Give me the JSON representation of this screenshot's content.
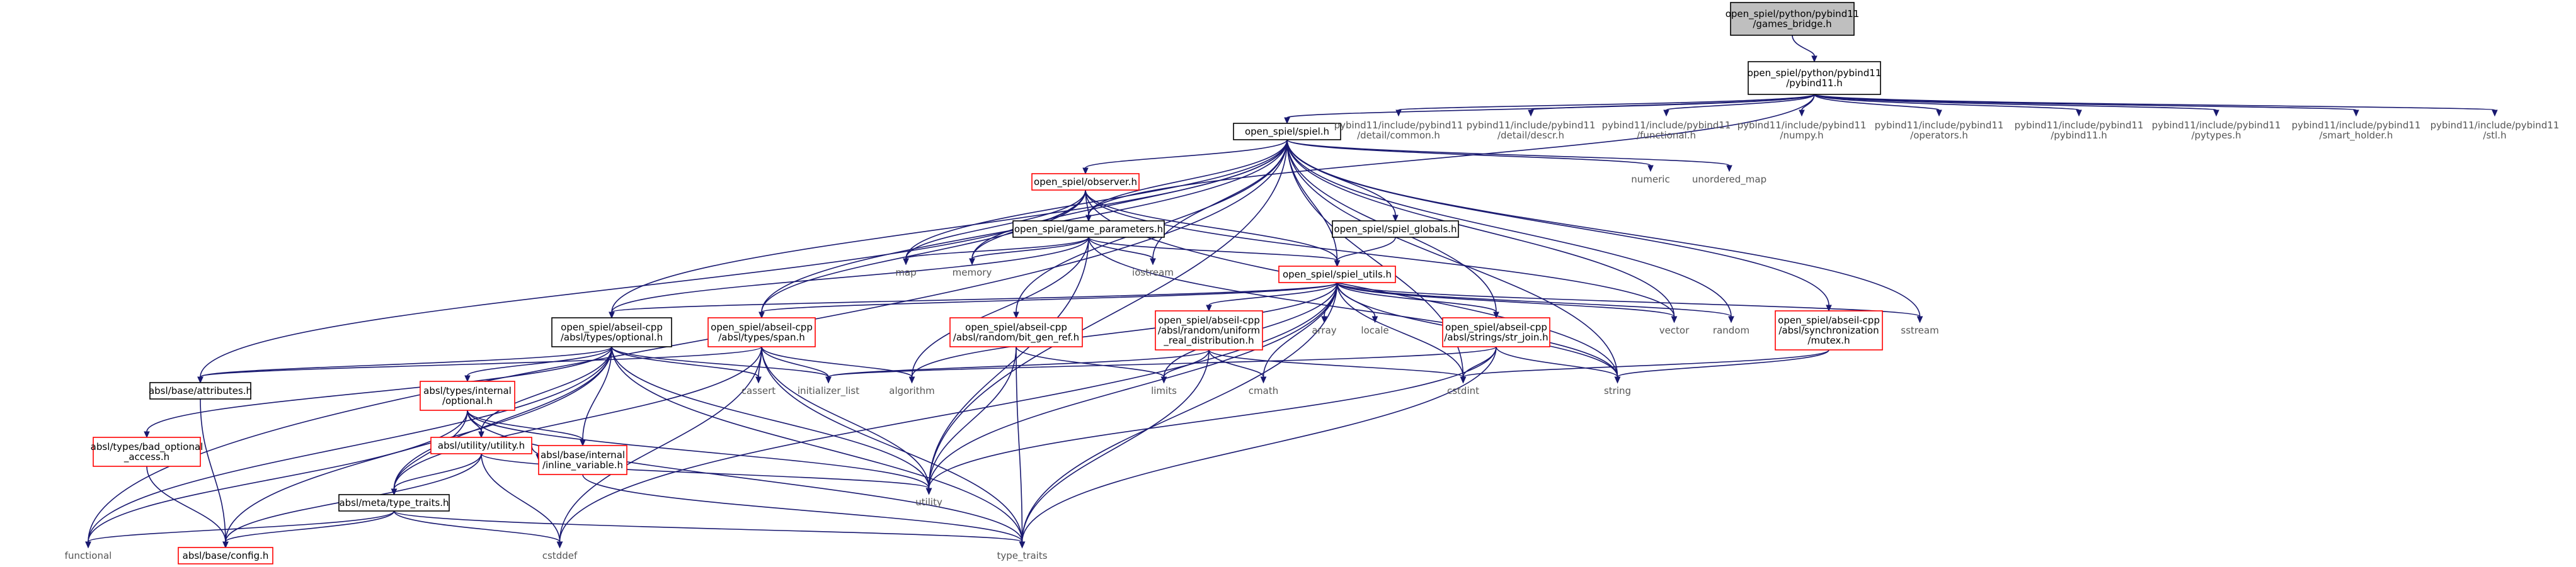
{
  "nodes": [
    {
      "id": "games_bridge",
      "lines": [
        "open_spiel/python/pybind11",
        "/games_bridge.h"
      ],
      "style": "current"
    },
    {
      "id": "pybind11_h",
      "lines": [
        "open_spiel/python/pybind11",
        "/pybind11.h"
      ],
      "style": "black"
    },
    {
      "id": "spiel_h",
      "lines": [
        "open_spiel/spiel.h"
      ],
      "style": "black"
    },
    {
      "id": "pb_common",
      "lines": [
        "pybind11/include/pybind11",
        "/detail/common.h"
      ],
      "style": "plain"
    },
    {
      "id": "pb_descr",
      "lines": [
        "pybind11/include/pybind11",
        "/detail/descr.h"
      ],
      "style": "plain"
    },
    {
      "id": "pb_functional",
      "lines": [
        "pybind11/include/pybind11",
        "/functional.h"
      ],
      "style": "plain"
    },
    {
      "id": "pb_numpy",
      "lines": [
        "pybind11/include/pybind11",
        "/numpy.h"
      ],
      "style": "plain"
    },
    {
      "id": "pb_operators",
      "lines": [
        "pybind11/include/pybind11",
        "/operators.h"
      ],
      "style": "plain"
    },
    {
      "id": "pb_pybind11",
      "lines": [
        "pybind11/include/pybind11",
        "/pybind11.h"
      ],
      "style": "plain"
    },
    {
      "id": "pb_pytypes",
      "lines": [
        "pybind11/include/pybind11",
        "/pytypes.h"
      ],
      "style": "plain"
    },
    {
      "id": "pb_smart",
      "lines": [
        "pybind11/include/pybind11",
        "/smart_holder.h"
      ],
      "style": "plain"
    },
    {
      "id": "pb_stl",
      "lines": [
        "pybind11/include/pybind11",
        "/stl.h"
      ],
      "style": "plain"
    },
    {
      "id": "observer_h",
      "lines": [
        "open_spiel/observer.h"
      ],
      "style": "red"
    },
    {
      "id": "numeric",
      "lines": [
        "numeric"
      ],
      "style": "plain"
    },
    {
      "id": "unordered_map",
      "lines": [
        "unordered_map"
      ],
      "style": "plain"
    },
    {
      "id": "game_parameters",
      "lines": [
        "open_spiel/game_parameters.h"
      ],
      "style": "black"
    },
    {
      "id": "spiel_globals",
      "lines": [
        "open_spiel/spiel_globals.h"
      ],
      "style": "black"
    },
    {
      "id": "map",
      "lines": [
        "map"
      ],
      "style": "plain"
    },
    {
      "id": "memory",
      "lines": [
        "memory"
      ],
      "style": "plain"
    },
    {
      "id": "iostream",
      "lines": [
        "iostream"
      ],
      "style": "plain"
    },
    {
      "id": "spiel_utils",
      "lines": [
        "open_spiel/spiel_utils.h"
      ],
      "style": "red"
    },
    {
      "id": "optional_h",
      "lines": [
        "open_spiel/abseil-cpp",
        "/absl/types/optional.h"
      ],
      "style": "black"
    },
    {
      "id": "span_h",
      "lines": [
        "open_spiel/abseil-cpp",
        "/absl/types/span.h"
      ],
      "style": "red"
    },
    {
      "id": "bit_gen_ref",
      "lines": [
        "open_spiel/abseil-cpp",
        "/absl/random/bit_gen_ref.h"
      ],
      "style": "red"
    },
    {
      "id": "uniform_real",
      "lines": [
        "open_spiel/abseil-cpp",
        "/absl/random/uniform",
        "_real_distribution.h"
      ],
      "style": "red"
    },
    {
      "id": "array",
      "lines": [
        "array"
      ],
      "style": "plain"
    },
    {
      "id": "locale",
      "lines": [
        "locale"
      ],
      "style": "plain"
    },
    {
      "id": "str_join",
      "lines": [
        "open_spiel/abseil-cpp",
        "/absl/strings/str_join.h"
      ],
      "style": "red"
    },
    {
      "id": "vector",
      "lines": [
        "vector"
      ],
      "style": "plain"
    },
    {
      "id": "random",
      "lines": [
        "random"
      ],
      "style": "plain"
    },
    {
      "id": "mutex_h",
      "lines": [
        "open_spiel/abseil-cpp",
        "/absl/synchronization",
        "/mutex.h"
      ],
      "style": "red"
    },
    {
      "id": "sstream",
      "lines": [
        "sstream"
      ],
      "style": "plain"
    },
    {
      "id": "attributes_h",
      "lines": [
        "absl/base/attributes.h"
      ],
      "style": "black"
    },
    {
      "id": "cassert",
      "lines": [
        "cassert"
      ],
      "style": "plain"
    },
    {
      "id": "initializer_list",
      "lines": [
        "initializer_list"
      ],
      "style": "plain"
    },
    {
      "id": "algorithm",
      "lines": [
        "algorithm"
      ],
      "style": "plain"
    },
    {
      "id": "limits",
      "lines": [
        "limits"
      ],
      "style": "plain"
    },
    {
      "id": "cmath",
      "lines": [
        "cmath"
      ],
      "style": "plain"
    },
    {
      "id": "cstdint",
      "lines": [
        "cstdint"
      ],
      "style": "plain"
    },
    {
      "id": "string",
      "lines": [
        "string"
      ],
      "style": "plain"
    },
    {
      "id": "internal_optional",
      "lines": [
        "absl/types/internal",
        "/optional.h"
      ],
      "style": "red"
    },
    {
      "id": "bad_optional",
      "lines": [
        "absl/types/bad_optional",
        "_access.h"
      ],
      "style": "red"
    },
    {
      "id": "utility_h",
      "lines": [
        "absl/utility/utility.h"
      ],
      "style": "red"
    },
    {
      "id": "inline_variable",
      "lines": [
        "absl/base/internal",
        "/inline_variable.h"
      ],
      "style": "red"
    },
    {
      "id": "utility",
      "lines": [
        "utility"
      ],
      "style": "plain"
    },
    {
      "id": "type_traits_h",
      "lines": [
        "absl/meta/type_traits.h"
      ],
      "style": "black"
    },
    {
      "id": "functional",
      "lines": [
        "functional"
      ],
      "style": "plain"
    },
    {
      "id": "config_h",
      "lines": [
        "absl/base/config.h"
      ],
      "style": "red"
    },
    {
      "id": "cstddef",
      "lines": [
        "cstddef"
      ],
      "style": "plain"
    },
    {
      "id": "type_traits",
      "lines": [
        "type_traits"
      ],
      "style": "plain"
    }
  ],
  "edges": [
    [
      "games_bridge",
      "pybind11_h"
    ],
    [
      "pybind11_h",
      "spiel_h"
    ],
    [
      "pybind11_h",
      "game_parameters"
    ],
    [
      "pybind11_h",
      "pb_common"
    ],
    [
      "pybind11_h",
      "pb_descr"
    ],
    [
      "pybind11_h",
      "pb_functional"
    ],
    [
      "pybind11_h",
      "pb_numpy"
    ],
    [
      "pybind11_h",
      "pb_operators"
    ],
    [
      "pybind11_h",
      "pb_pybind11"
    ],
    [
      "pybind11_h",
      "pb_pytypes"
    ],
    [
      "pybind11_h",
      "pb_smart"
    ],
    [
      "pybind11_h",
      "pb_stl"
    ],
    [
      "spiel_h",
      "functional"
    ],
    [
      "spiel_h",
      "observer_h"
    ],
    [
      "spiel_h",
      "game_parameters"
    ],
    [
      "spiel_h",
      "spiel_globals"
    ],
    [
      "spiel_h",
      "spiel_utils"
    ],
    [
      "spiel_h",
      "optional_h"
    ],
    [
      "spiel_h",
      "span_h"
    ],
    [
      "spiel_h",
      "bit_gen_ref"
    ],
    [
      "spiel_h",
      "str_join"
    ],
    [
      "spiel_h",
      "mutex_h"
    ],
    [
      "spiel_h",
      "map"
    ],
    [
      "spiel_h",
      "memory"
    ],
    [
      "spiel_h",
      "iostream"
    ],
    [
      "spiel_h",
      "numeric"
    ],
    [
      "spiel_h",
      "unordered_map"
    ],
    [
      "spiel_h",
      "vector"
    ],
    [
      "spiel_h",
      "random"
    ],
    [
      "spiel_h",
      "sstream"
    ],
    [
      "spiel_h",
      "string"
    ],
    [
      "spiel_h",
      "utility"
    ],
    [
      "spiel_h",
      "cstdint"
    ],
    [
      "observer_h",
      "attributes_h"
    ],
    [
      "observer_h",
      "game_parameters"
    ],
    [
      "observer_h",
      "spiel_utils"
    ],
    [
      "observer_h",
      "span_h"
    ],
    [
      "observer_h",
      "map"
    ],
    [
      "observer_h",
      "memory"
    ],
    [
      "observer_h",
      "string"
    ],
    [
      "observer_h",
      "vector"
    ],
    [
      "game_parameters",
      "map"
    ],
    [
      "game_parameters",
      "memory"
    ],
    [
      "game_parameters",
      "iostream"
    ],
    [
      "game_parameters",
      "spiel_utils"
    ],
    [
      "game_parameters",
      "optional_h"
    ],
    [
      "game_parameters",
      "string"
    ],
    [
      "game_parameters",
      "utility"
    ],
    [
      "game_parameters",
      "algorithm"
    ],
    [
      "spiel_globals",
      "spiel_utils"
    ],
    [
      "spiel_utils",
      "optional_h"
    ],
    [
      "spiel_utils",
      "span_h"
    ],
    [
      "spiel_utils",
      "uniform_real"
    ],
    [
      "spiel_utils",
      "array"
    ],
    [
      "spiel_utils",
      "locale"
    ],
    [
      "spiel_utils",
      "str_join"
    ],
    [
      "spiel_utils",
      "vector"
    ],
    [
      "spiel_utils",
      "random"
    ],
    [
      "spiel_utils",
      "sstream"
    ],
    [
      "spiel_utils",
      "string"
    ],
    [
      "spiel_utils",
      "cstdint"
    ],
    [
      "spiel_utils",
      "cmath"
    ],
    [
      "spiel_utils",
      "limits"
    ],
    [
      "spiel_utils",
      "utility"
    ],
    [
      "spiel_utils",
      "type_traits"
    ],
    [
      "spiel_utils",
      "cstddef"
    ],
    [
      "spiel_utils",
      "algorithm"
    ],
    [
      "optional_h",
      "attributes_h"
    ],
    [
      "optional_h",
      "internal_optional"
    ],
    [
      "optional_h",
      "bad_optional"
    ],
    [
      "optional_h",
      "utility_h"
    ],
    [
      "optional_h",
      "inline_variable"
    ],
    [
      "optional_h",
      "type_traits_h"
    ],
    [
      "optional_h",
      "config_h"
    ],
    [
      "optional_h",
      "functional"
    ],
    [
      "optional_h",
      "cassert"
    ],
    [
      "optional_h",
      "initializer_list"
    ],
    [
      "optional_h",
      "utility"
    ],
    [
      "optional_h",
      "type_traits"
    ],
    [
      "span_h",
      "attributes_h"
    ],
    [
      "span_h",
      "type_traits_h"
    ],
    [
      "span_h",
      "cassert"
    ],
    [
      "span_h",
      "initializer_list"
    ],
    [
      "span_h",
      "algorithm"
    ],
    [
      "span_h",
      "cstddef"
    ],
    [
      "span_h",
      "type_traits"
    ],
    [
      "span_h",
      "utility"
    ],
    [
      "bit_gen_ref",
      "limits"
    ],
    [
      "bit_gen_ref",
      "type_traits"
    ],
    [
      "bit_gen_ref",
      "utility"
    ],
    [
      "uniform_real",
      "limits"
    ],
    [
      "uniform_real",
      "cmath"
    ],
    [
      "uniform_real",
      "cstdint"
    ],
    [
      "uniform_real",
      "type_traits"
    ],
    [
      "uniform_real",
      "initializer_list"
    ],
    [
      "str_join",
      "string"
    ],
    [
      "str_join",
      "cstdint"
    ],
    [
      "str_join",
      "utility"
    ],
    [
      "str_join",
      "type_traits"
    ],
    [
      "str_join",
      "initializer_list"
    ],
    [
      "mutex_h",
      "string"
    ],
    [
      "mutex_h",
      "cstdint"
    ],
    [
      "attributes_h",
      "config_h"
    ],
    [
      "internal_optional",
      "functional"
    ],
    [
      "internal_optional",
      "utility_h"
    ],
    [
      "internal_optional",
      "type_traits_h"
    ],
    [
      "internal_optional",
      "inline_variable"
    ],
    [
      "internal_optional",
      "utility"
    ],
    [
      "internal_optional",
      "type_traits"
    ],
    [
      "bad_optional",
      "config_h"
    ],
    [
      "utility_h",
      "inline_variable"
    ],
    [
      "utility_h",
      "type_traits_h"
    ],
    [
      "utility_h",
      "cstddef"
    ],
    [
      "utility_h",
      "utility"
    ],
    [
      "utility_h",
      "config_h"
    ],
    [
      "inline_variable",
      "type_traits"
    ],
    [
      "type_traits_h",
      "functional"
    ],
    [
      "type_traits_h",
      "config_h"
    ],
    [
      "type_traits_h",
      "cstddef"
    ],
    [
      "type_traits_h",
      "type_traits"
    ]
  ]
}
